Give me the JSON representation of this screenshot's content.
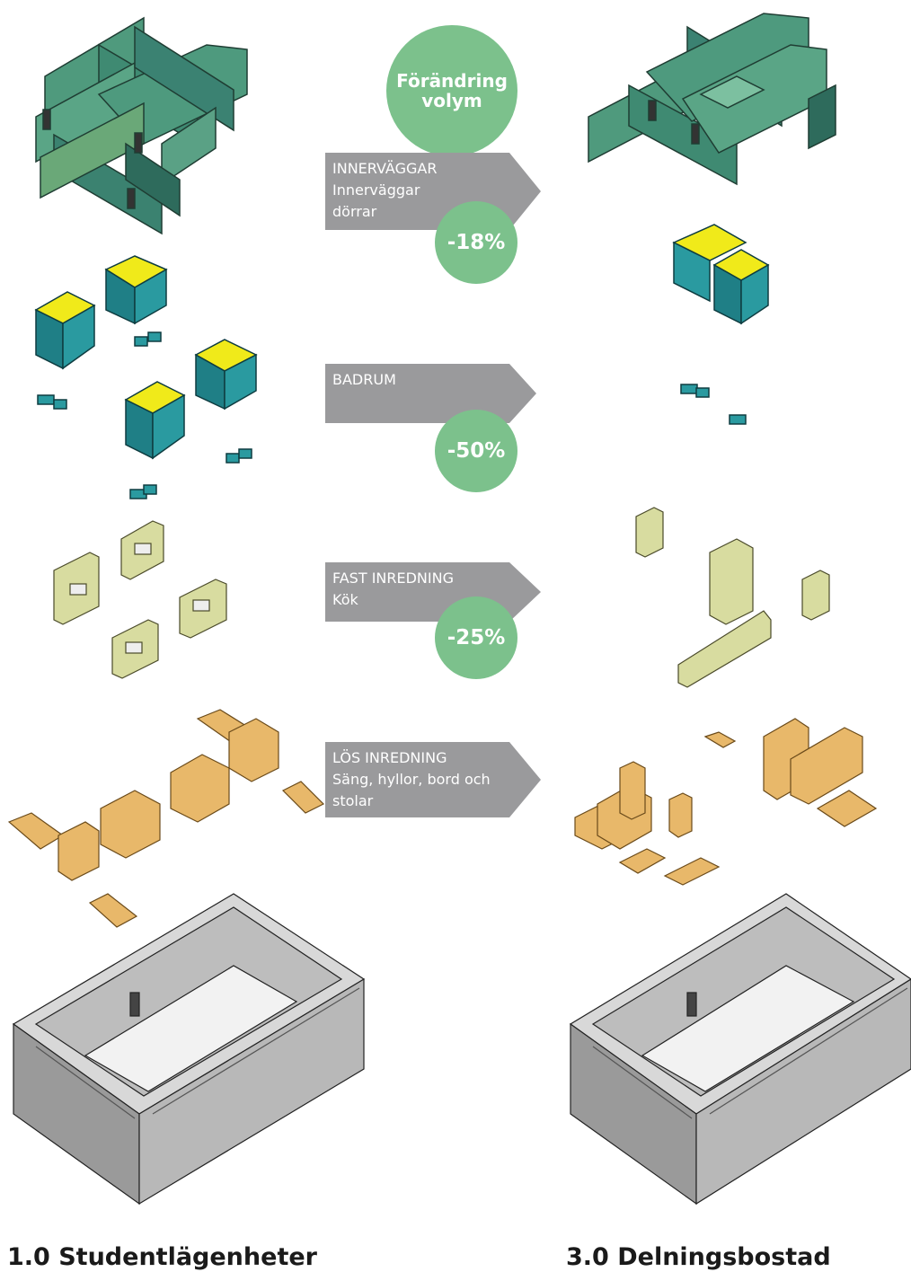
{
  "header_circle": {
    "line1": "Förändring",
    "line2": "volym"
  },
  "categories": [
    {
      "title": "INNERVÄGGAR",
      "subtitle1": "Innerväggar",
      "subtitle2": "dörrar",
      "change": "-18%"
    },
    {
      "title": "BADRUM",
      "subtitle1": "",
      "subtitle2": "",
      "change": "-50%"
    },
    {
      "title": "FAST INREDNING",
      "subtitle1": "Kök",
      "subtitle2": "",
      "change": "-25%"
    },
    {
      "title": "LÖS INREDNING",
      "subtitle1": "Säng, hyllor, bord och",
      "subtitle2": "stolar",
      "change": ""
    }
  ],
  "left_caption": "1.0 Studentlägenheter",
  "right_caption": "3.0 Delningsbostad",
  "colors": {
    "accent": "#7cc18c",
    "arrow": "#9a9a9c",
    "walls": "#5c9c80",
    "bath": "#1f7f86",
    "bath_top": "#f0ea1a",
    "kitchen": "#d8dca0",
    "furniture": "#e8b86a"
  }
}
